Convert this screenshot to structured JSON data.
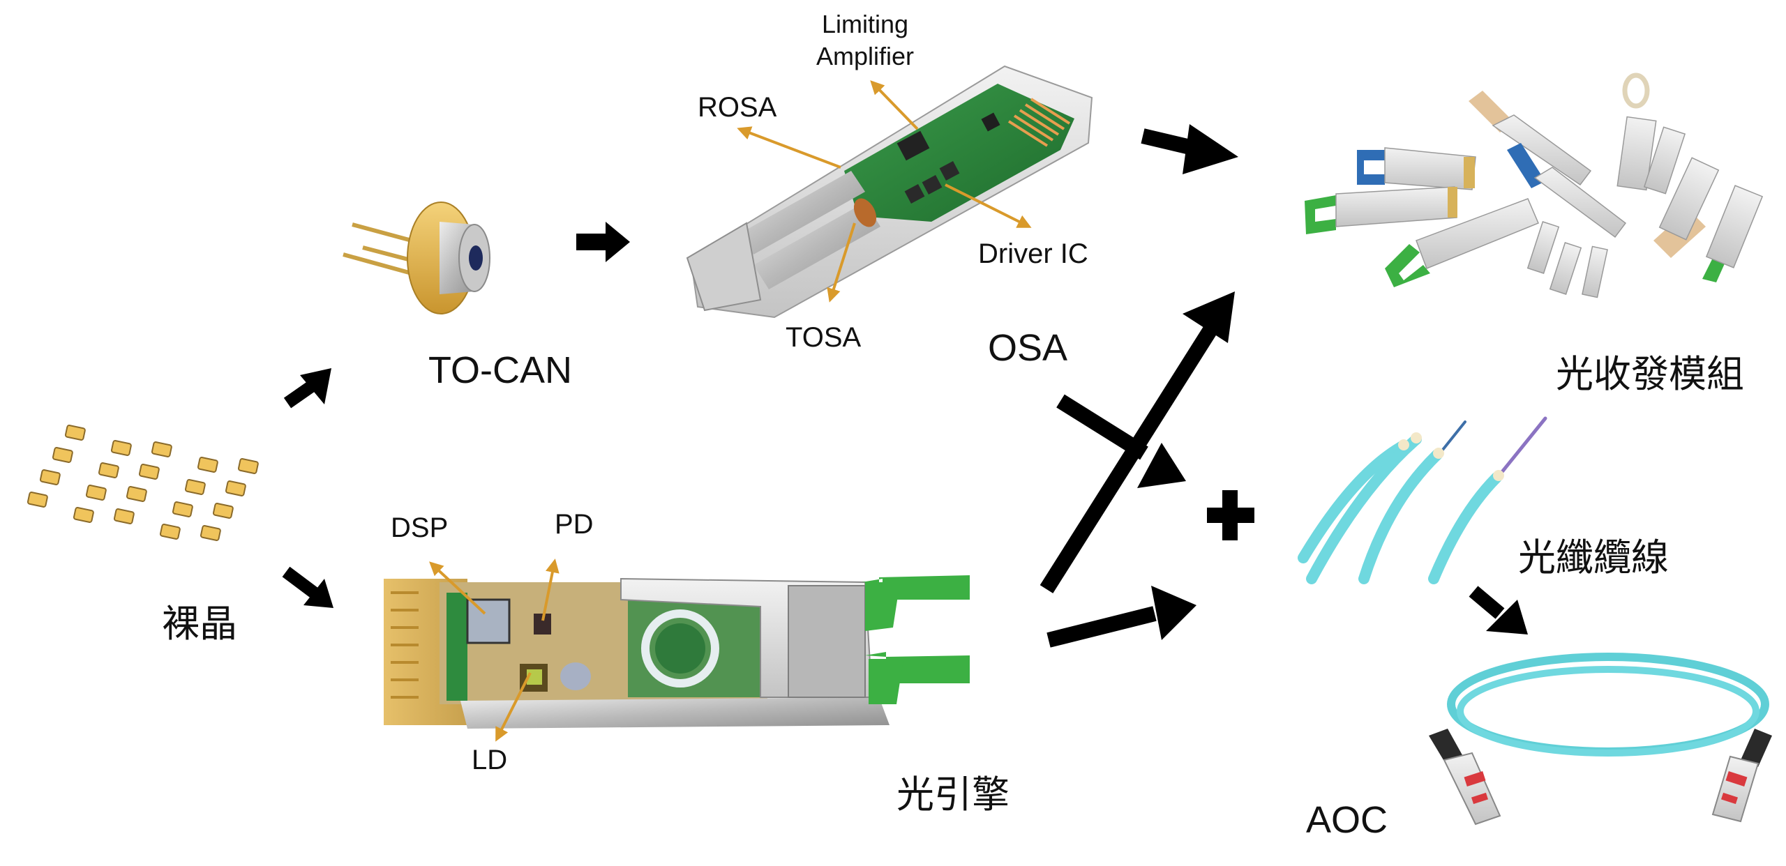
{
  "title": "光通訊產業鏈：裸晶 → TO-CAN / 光引擎 → OSA → 光收發模組 / AOC",
  "stages": {
    "bare_die": {
      "label": "裸晶",
      "die_count": 20
    },
    "to_can": {
      "label": "TO-CAN"
    },
    "osa": {
      "label": "OSA",
      "callouts": {
        "limiting_amplifier": "Limiting\nAmplifier",
        "limiting_amplifier_line1": "Limiting",
        "limiting_amplifier_line2": "Amplifier",
        "rosa": "ROSA",
        "driver_ic": "Driver IC",
        "tosa": "TOSA"
      }
    },
    "optical_engine": {
      "label": "光引擎",
      "callouts": {
        "dsp": "DSP",
        "pd": "PD",
        "ld": "LD"
      }
    },
    "transceiver": {
      "label": "光收發模組"
    },
    "fiber_cable": {
      "label": "光纖纜線"
    },
    "aoc": {
      "label": "AOC"
    }
  },
  "operators": {
    "plus": "+"
  },
  "flows": [
    {
      "from": "裸晶",
      "to": "TO-CAN"
    },
    {
      "from": "裸晶",
      "to": "光引擎"
    },
    {
      "from": "TO-CAN",
      "to": "OSA"
    },
    {
      "from": "OSA",
      "to": "光收發模組"
    },
    {
      "from": "OSA",
      "to": "光纖纜線"
    },
    {
      "from": "光引擎",
      "to": "光收發模組"
    },
    {
      "from": "光引擎",
      "to": "光纖纜線"
    },
    {
      "from": "光纖纜線",
      "to": "AOC"
    }
  ],
  "colors": {
    "callout_line": "#D99A2B",
    "arrow": "#000000",
    "fiber_cyan": "#6FD8DF",
    "pcb_green": "#2E8B3E",
    "gold": "#D4A941",
    "latch_green": "#3CB043",
    "latch_blue": "#2F6DB5",
    "latch_tan": "#E3C39A"
  }
}
